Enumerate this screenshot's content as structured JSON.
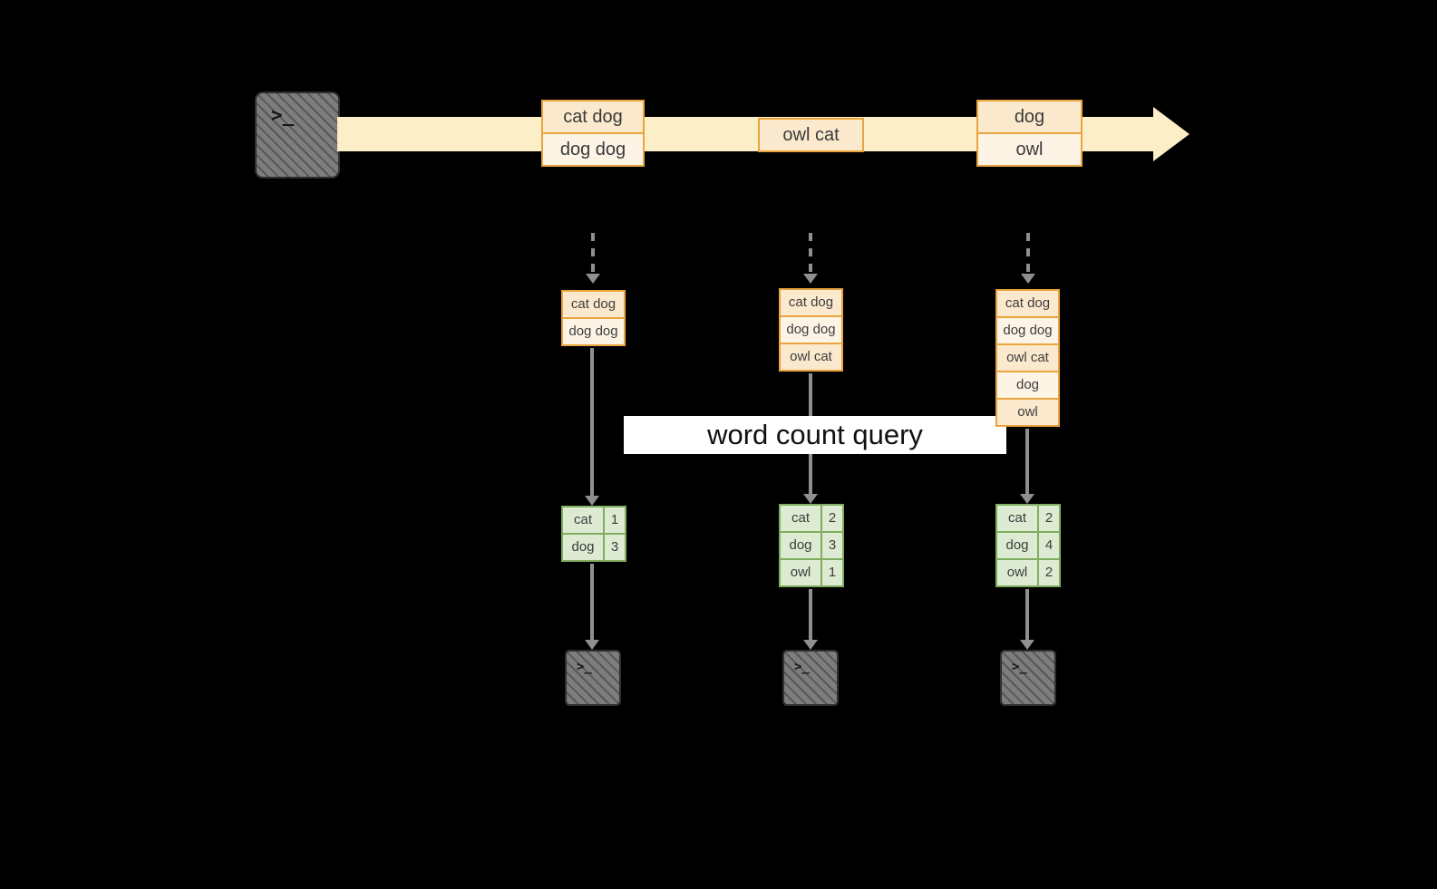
{
  "colors": {
    "background": "#000000",
    "timeline_arrow": "#fceec6",
    "orange_border": "#e9a43e",
    "orange_fill_dark": "#fbe9cd",
    "orange_fill_light": "#fdf4e6",
    "green_border": "#7fae61",
    "green_fill": "#dcebd2",
    "arrow_gray": "#8f8f8f",
    "banner_background": "#ffffff",
    "terminal_fill": "#7d7d7d"
  },
  "banner": {
    "label": "word count query"
  },
  "timeline": {
    "batch1": {
      "row1": "cat dog",
      "row2": "dog dog"
    },
    "batch2": {
      "row1": "owl cat"
    },
    "batch3": {
      "row1": "dog",
      "row2": "owl"
    }
  },
  "inputs": {
    "t1": [
      "cat dog",
      "dog dog"
    ],
    "t2": [
      "cat dog",
      "dog dog",
      "owl cat"
    ],
    "t3": [
      "cat dog",
      "dog dog",
      "owl cat",
      "dog",
      "owl"
    ]
  },
  "results": {
    "t1": [
      {
        "word": "cat",
        "count": "1"
      },
      {
        "word": "dog",
        "count": "3"
      }
    ],
    "t2": [
      {
        "word": "cat",
        "count": "2"
      },
      {
        "word": "dog",
        "count": "3"
      },
      {
        "word": "owl",
        "count": "1"
      }
    ],
    "t3": [
      {
        "word": "cat",
        "count": "2"
      },
      {
        "word": "dog",
        "count": "4"
      },
      {
        "word": "owl",
        "count": "2"
      }
    ]
  },
  "icons": {
    "terminal_prompt": ">_"
  }
}
